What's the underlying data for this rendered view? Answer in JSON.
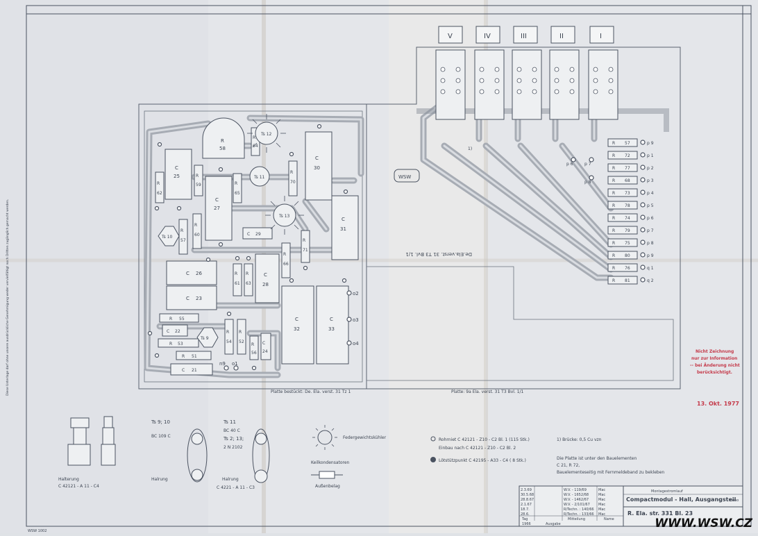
{
  "watermark": "WWW.WSW.CZ",
  "ctrl_labels": [
    "V",
    "IV",
    "III",
    "II",
    "I"
  ],
  "left_board": {
    "caption": "Platte  bestückt:  De. Ela. verst. 31 Tz 1",
    "components": [
      {
        "t": "R",
        "n": "58"
      },
      {
        "t": "C",
        "n": "25"
      },
      {
        "t": "R",
        "n": "62"
      },
      {
        "t": "R",
        "n": "59"
      },
      {
        "t": "R",
        "n": "64"
      },
      {
        "t": "C",
        "n": "27"
      },
      {
        "t": "R",
        "n": "65"
      },
      {
        "t": "C",
        "n": "30"
      },
      {
        "t": "R",
        "n": "70"
      },
      {
        "t": "C",
        "n": "31"
      },
      {
        "t": "R",
        "n": "57"
      },
      {
        "t": "R",
        "n": "60"
      },
      {
        "t": "C",
        "n": "29"
      },
      {
        "t": "R",
        "n": "71"
      },
      {
        "t": "R",
        "n": "66"
      },
      {
        "t": "C",
        "n": "26"
      },
      {
        "t": "C",
        "n": "23"
      },
      {
        "t": "R",
        "n": "61"
      },
      {
        "t": "R",
        "n": "63"
      },
      {
        "t": "C",
        "n": "28"
      },
      {
        "t": "C",
        "n": "32"
      },
      {
        "t": "C",
        "n": "33"
      },
      {
        "t": "R",
        "n": "55"
      },
      {
        "t": "C",
        "n": "22"
      },
      {
        "t": "R",
        "n": "53"
      },
      {
        "t": "R",
        "n": "54"
      },
      {
        "t": "R",
        "n": "52"
      },
      {
        "t": "R",
        "n": "56"
      },
      {
        "t": "C",
        "n": "24"
      },
      {
        "t": "R",
        "n": "51"
      },
      {
        "t": "C",
        "n": "21"
      }
    ],
    "transistors": [
      "Ts 12",
      "Ts 11",
      "Ts 13",
      "Ts 10",
      "Ts 9"
    ],
    "terminals": [
      "o2",
      "o3",
      "o4",
      "n9",
      "o1"
    ]
  },
  "right_board": {
    "caption": "Platte:  9a Ela. verst.  31 T3  Bvl. 1/1",
    "mirror_text": "De.Ela.verst. 31 T3 Bvl. 1/1",
    "logo": "WSW",
    "mark_1": "1)",
    "resistors": [
      {
        "r": "57",
        "p": "p 9"
      },
      {
        "r": "72",
        "p": "p 1"
      },
      {
        "r": "77",
        "p": "p 2"
      },
      {
        "r": "68",
        "p": "p 3"
      },
      {
        "r": "73",
        "p": "p 4"
      },
      {
        "r": "78",
        "p": "p 5"
      },
      {
        "r": "74",
        "p": "p 6"
      },
      {
        "r": "79",
        "p": "p 7"
      },
      {
        "r": "75",
        "p": "p 8"
      },
      {
        "r": "80",
        "p": "p 9"
      },
      {
        "r": "76",
        "p": "q 1"
      },
      {
        "r": "81",
        "p": "q 2"
      }
    ],
    "small_points": [
      "p 6",
      "p 7",
      "p 8"
    ]
  },
  "legend": {
    "halterung_label": "Halterung",
    "halterung_code": "C 42121 - A 11 - C4",
    "ts910_title": "Ts  9; 10",
    "ts910_type": "BC 109 C",
    "ts11_title": "Ts 11",
    "ts11_type": "BC 40 C",
    "ts1213_title": "Ts 2; 13;",
    "ts1213_type": "2 N 2102",
    "halrung_label": "Halrung",
    "halrung_code": "C 4221 - A 11 - C3",
    "federgewicht": "Federgewichtskühler",
    "kondensatoren": "Keilkondensatoren",
    "aussenbelag": "Außenbelag",
    "rohrniet": "Rohrniet   C 42121 - Z10 - C2   Bl. 1  (115 Stk.)",
    "einbau": "Einbau  nach   C 42121 - Z10 - C2   Bl. 2",
    "loetstuetz": "Lötstützpunkt   C  42195 - A33 - C4  ( 8 Stk.)",
    "bruecke": "1)  Brücke:  0,5  Cu  vzn",
    "note1": "Die Platte ist unter den  Bauelementen",
    "note2": "C 21, R 72,",
    "note3": "Bauelementeseitig mit  Fernmeldeband zu bekleben"
  },
  "stamp": {
    "line1": "Nicht  Zeichnung",
    "line2": "nur  zur  Information",
    "line3": "-- bei  Änderung  nicht",
    "line4": "berücksichtigt.",
    "date": "13. Okt. 1977"
  },
  "title_block": {
    "header": "Montagestromlauf",
    "title": "Compactmodul - Hall,  Ausgangsteil",
    "mono": "mono",
    "number": "R. Ela. str.  331  Bl. 23",
    "rows": [
      [
        "2.3.69",
        "W.V.  -  119/69",
        "Mac"
      ],
      [
        "30.5.68",
        "W.V.  -  1652/68",
        "Mac"
      ],
      [
        "28.8.67",
        "W.V.  -  1462/67",
        "Mac"
      ],
      [
        "2.1.67",
        "W.V.  -  2/101/67",
        "Mac"
      ],
      [
        "18.7.",
        "R/Techn.  :  140/66",
        "Mac"
      ],
      [
        "28.6.",
        "R/Techn.  :  133/66",
        "Mac"
      ]
    ],
    "tag": "Tag",
    "year": "1966",
    "ausgabe": "Ausgabe",
    "mitteilung": "Mitteilung",
    "name": "Name"
  },
  "sheet_code": "WSW 1002",
  "side_note": "Diese Unterlage darf ohne unsere ausdrückliche Genehmigung weder vervielfältigt noch Dritten zugänglich gemacht werden."
}
